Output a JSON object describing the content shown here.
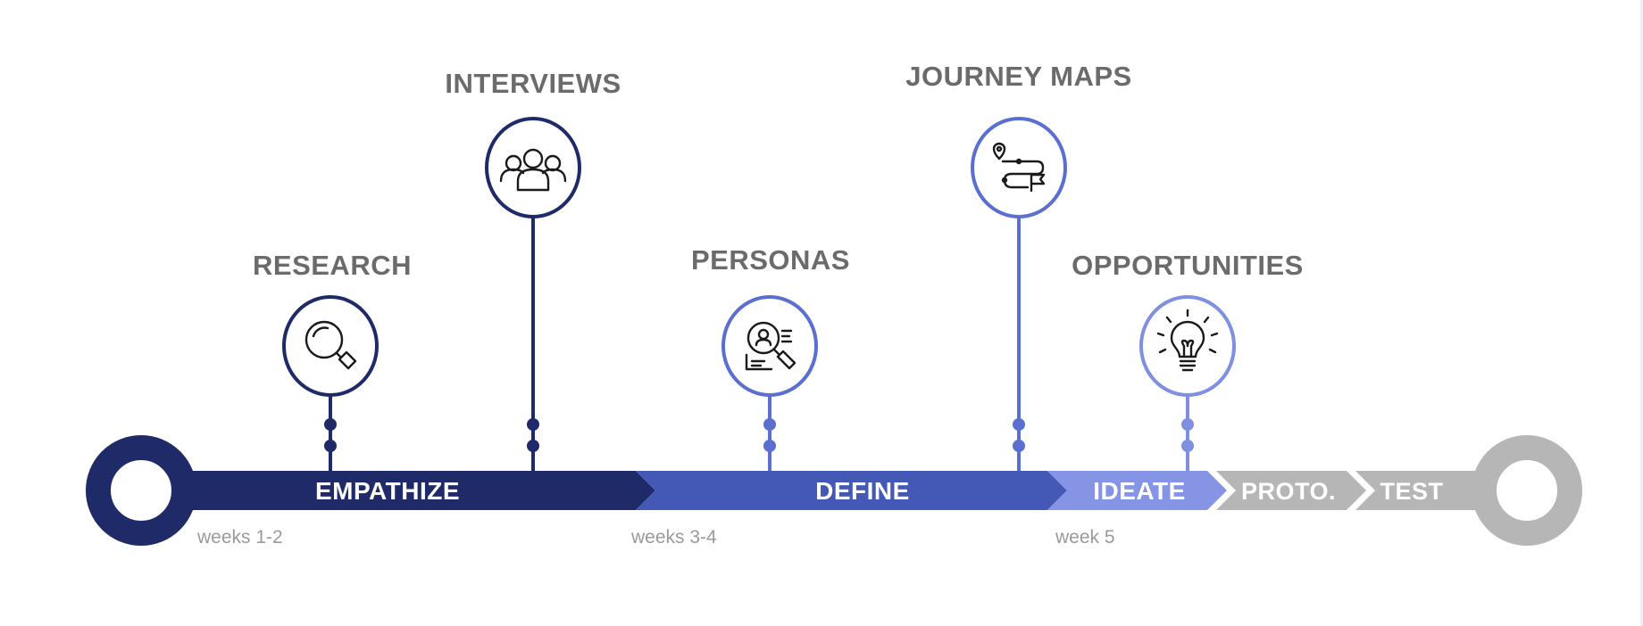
{
  "phases": [
    {
      "label": "EMPATHIZE",
      "color": "#1f2a68"
    },
    {
      "label": "DEFINE",
      "color": "#4458b5"
    },
    {
      "label": "IDEATE",
      "color": "#8594e4"
    },
    {
      "label": "PROTO.",
      "color": "#b6b6b6"
    },
    {
      "label": "TEST",
      "color": "#b6b6b6"
    }
  ],
  "durations": [
    "weeks 1-2",
    "weeks 3-4",
    "week 5"
  ],
  "milestones": [
    {
      "title": "RESEARCH",
      "icon": "magnifier-icon",
      "color": "#1f2a68"
    },
    {
      "title": "INTERVIEWS",
      "icon": "people-group-icon",
      "color": "#1f2a68"
    },
    {
      "title": "PERSONAS",
      "icon": "persona-search-icon",
      "color": "#5a6fd0"
    },
    {
      "title": "JOURNEY MAPS",
      "icon": "route-map-icon",
      "color": "#5a6fd0"
    },
    {
      "title": "OPPORTUNITIES",
      "icon": "lightbulb-icon",
      "color": "#7f8fe2"
    }
  ],
  "colors": {
    "start_cap": "#1f2a68",
    "end_cap": "#b6b6b6",
    "title_text": "#6b6b6b",
    "duration_text": "#9a9a9a"
  }
}
